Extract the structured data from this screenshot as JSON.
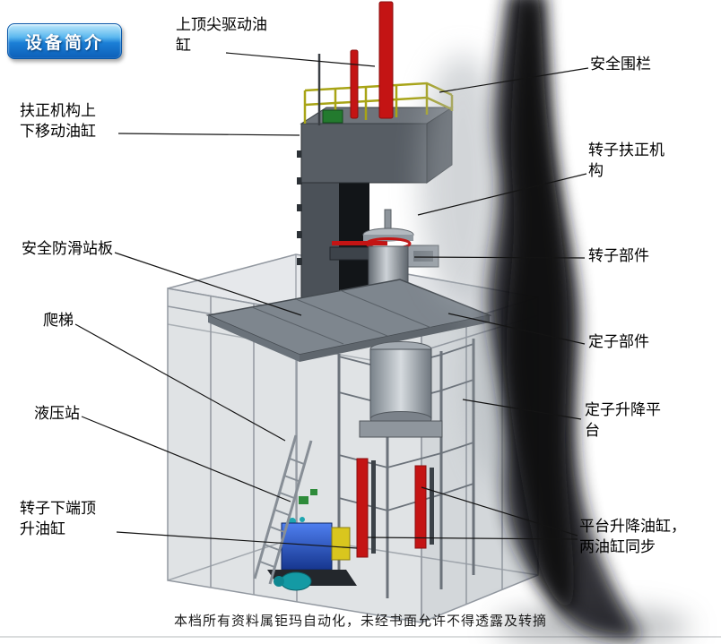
{
  "badge": {
    "label": "设备简介"
  },
  "callouts": {
    "top_spindle_cylinder": "上顶尖驱动油缸",
    "safety_fence": "安全围栏",
    "straightening_lift_cylinder": "扶正机构上下移动油缸",
    "rotor_straightening_mechanism": "转子扶正机构",
    "anti_slip_platform": "安全防滑站板",
    "rotor_component": "转子部件",
    "ladder": "爬梯",
    "stator_component": "定子部件",
    "hydraulic_station": "液压站",
    "stator_lift_platform": "定子升降平台",
    "rotor_bottom_jack_cylinder": "转子下端顶升油缸",
    "platform_lift_cylinders": "平台升降油缸，两油缸同步"
  },
  "footer": {
    "text": "本档所有资料属钜玛自动化，未经书面允许不得透露及转摘"
  },
  "colors": {
    "cylinder_red": "#c41414",
    "railing_yellow": "#a8a416",
    "hydraulic_blue": "#2a52c0",
    "badge_blue": "#1579d0"
  }
}
